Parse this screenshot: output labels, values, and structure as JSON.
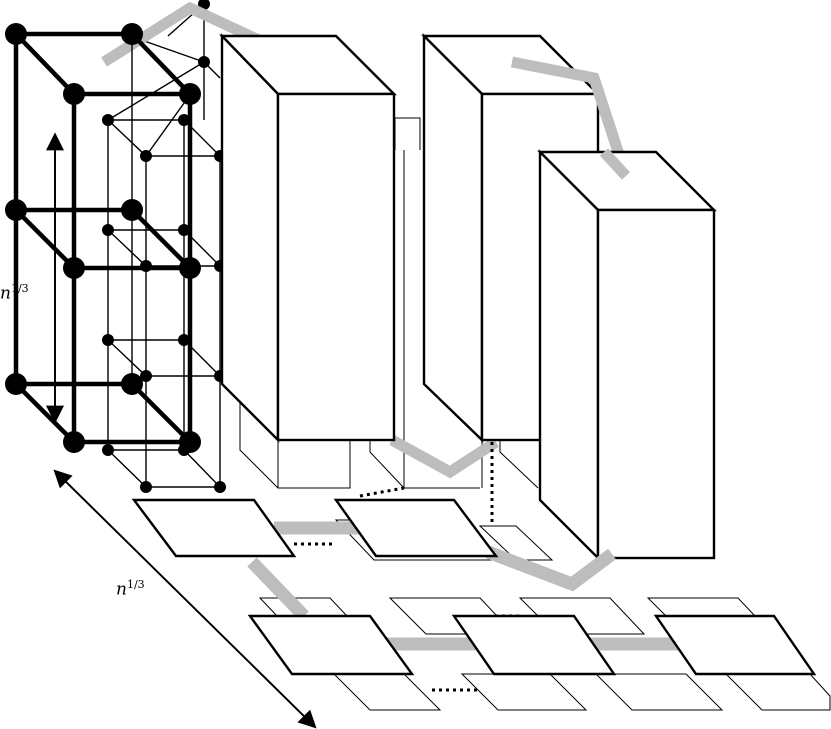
{
  "labels": {
    "vertical_base": "n",
    "vertical_exp": "1/3",
    "diagonal_base": "n",
    "diagonal_exp": "1/3"
  },
  "colors": {
    "stroke": "#000000",
    "path": "#bdbdbd",
    "fill": "#ffffff"
  }
}
